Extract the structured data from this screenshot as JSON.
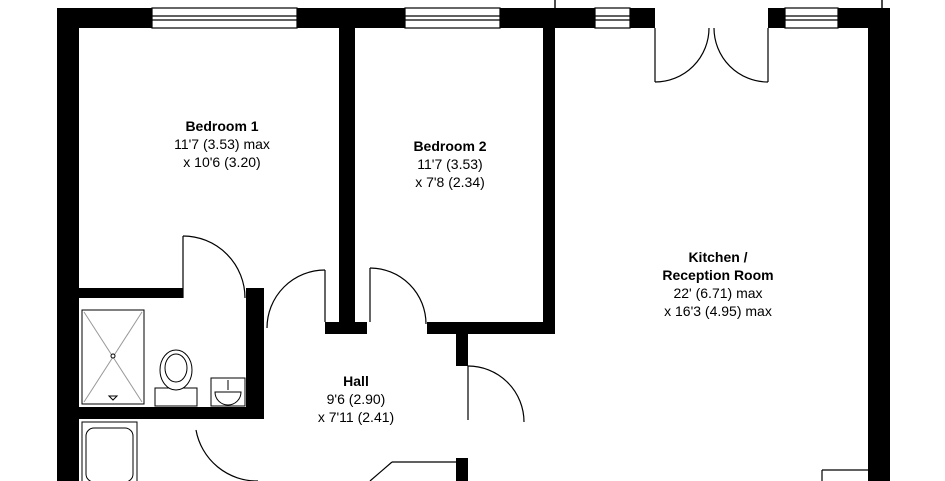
{
  "colors": {
    "wall": "#000000",
    "background": "#ffffff",
    "fixture": "#999999"
  },
  "rooms": {
    "bedroom1": {
      "name": "Bedroom 1",
      "dim1": "11'7 (3.53) max",
      "dim2": "x 10'6 (3.20)"
    },
    "bedroom2": {
      "name": "Bedroom 2",
      "dim1": "11'7 (3.53)",
      "dim2": "x 7'8 (2.34)"
    },
    "kitchen": {
      "name1": "Kitchen /",
      "name2": "Reception Room",
      "dim1": "22' (6.71) max",
      "dim2": "x 16'3 (4.95) max"
    },
    "hall": {
      "name": "Hall",
      "dim1": "9'6 (2.90)",
      "dim2": "x 7'11 (2.41)"
    }
  }
}
